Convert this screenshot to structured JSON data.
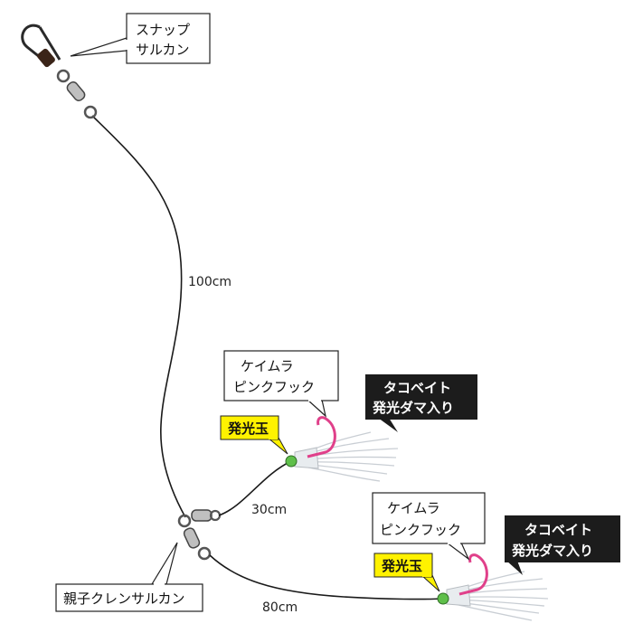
{
  "labels": {
    "snap": [
      "スナップ",
      "サルカン"
    ],
    "oyako": "親子クレンサルカン",
    "len_main": "100cm",
    "len_branch1": "30cm",
    "len_branch2": "80cm",
    "hook1": [
      "ケイムラ",
      "ピンクフック"
    ],
    "hook2": [
      "ケイムラ",
      "ピンクフック"
    ],
    "bait1": [
      "タコベイト",
      "発光ダマ入り"
    ],
    "bait2": [
      "タコベイト",
      "発光ダマ入り"
    ],
    "bead1": "発光玉",
    "bead2": "発光玉"
  },
  "colors": {
    "line": "#1a1a1a",
    "hook": "#e0408a",
    "bead": "#5fbf4a",
    "yellow_box": "#fff200",
    "dark_box": "#1c1c1c",
    "skirt": "#cfd3d8"
  }
}
